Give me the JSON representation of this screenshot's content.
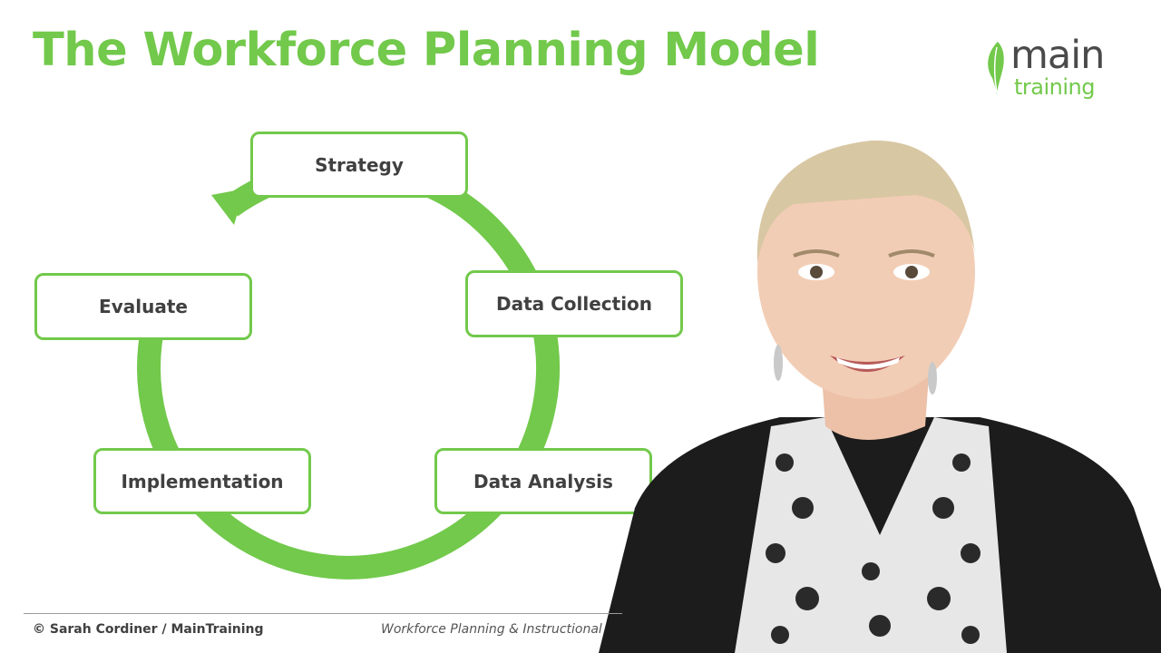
{
  "header": {
    "title": "The Workforce Planning Model"
  },
  "logo": {
    "word_main": "main",
    "word_training": "training",
    "icon": "leaf-icon"
  },
  "diagram": {
    "type": "cycle",
    "stages": [
      {
        "id": "strategy",
        "label": "Strategy"
      },
      {
        "id": "data-collection",
        "label": "Data Collection"
      },
      {
        "id": "data-analysis",
        "label": "Data Analysis"
      },
      {
        "id": "implementation",
        "label": "Implementation"
      },
      {
        "id": "evaluate",
        "label": "Evaluate"
      }
    ],
    "flow": "clockwise",
    "accent_color": "#72c94b",
    "text_color": "#404040"
  },
  "footer": {
    "credit": "© Sarah Cordiner  /  MainTraining",
    "course": "Workforce Planning & Instructional"
  },
  "colors": {
    "brand_green": "#72c94b",
    "logo_gray": "#4a4a4a"
  }
}
